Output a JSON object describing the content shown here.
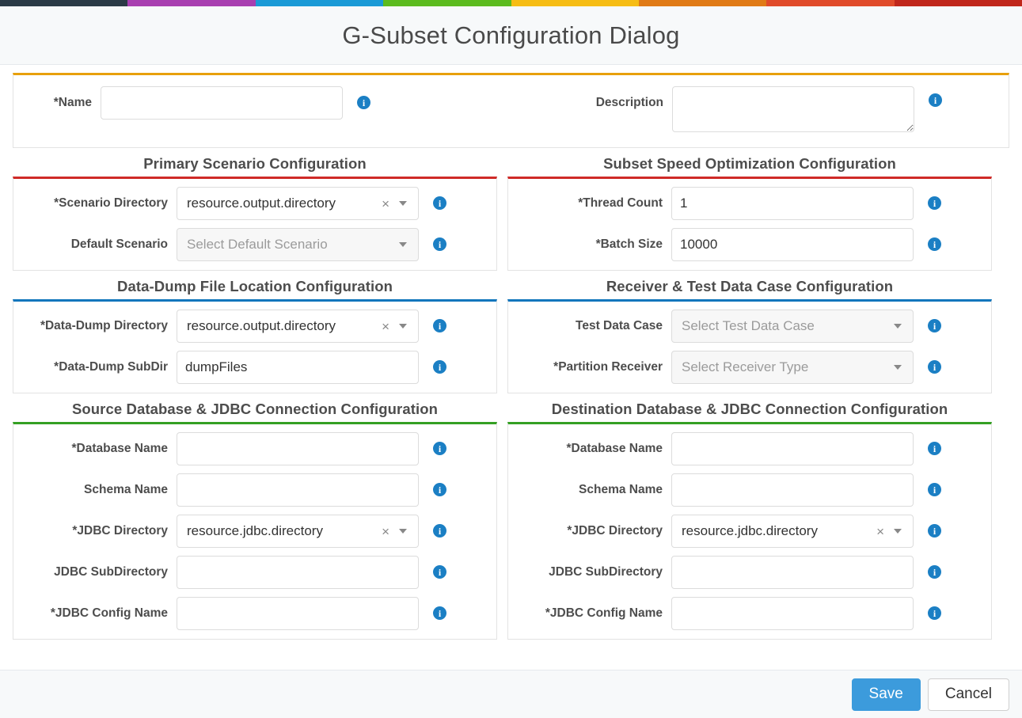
{
  "rainbow_colors": [
    "#2b3a46",
    "#a83fb0",
    "#1b9ad6",
    "#5cbb1e",
    "#f6bd14",
    "#e07b16",
    "#e04b2a",
    "#c0271b"
  ],
  "header": {
    "title": "G-Subset Configuration Dialog",
    "background": "#f7f9fa"
  },
  "icons": {
    "info": "info-icon",
    "clear": "×",
    "caret": "chevron-down-icon"
  },
  "top_section": {
    "accent_color": "#e8a00c",
    "fields": [
      {
        "label": "*Name",
        "type": "text",
        "value": "",
        "placeholder": "",
        "info": "i"
      },
      {
        "label": "Description",
        "type": "textarea",
        "value": "",
        "placeholder": "",
        "info": "i"
      }
    ]
  },
  "sections": [
    {
      "title": "Primary Scenario Configuration",
      "accent_color": "#cf2a27",
      "side": "left",
      "fields": [
        {
          "label": "*Scenario Directory",
          "type": "select",
          "value": "resource.output.directory",
          "placeholder": "",
          "clearable": true,
          "disabled": false
        },
        {
          "label": "Default Scenario",
          "type": "select",
          "value": "",
          "placeholder": "Select Default Scenario",
          "clearable": false,
          "disabled": true
        }
      ]
    },
    {
      "title": "Subset Speed Optimization Configuration",
      "accent_color": "#cf2a27",
      "side": "right",
      "fields": [
        {
          "label": "*Thread Count",
          "type": "text",
          "value": "1",
          "placeholder": ""
        },
        {
          "label": "*Batch Size",
          "type": "text",
          "value": "10000",
          "placeholder": ""
        }
      ]
    },
    {
      "title": "Data-Dump File Location Configuration",
      "accent_color": "#1176bc",
      "side": "left",
      "fields": [
        {
          "label": "*Data-Dump Directory",
          "type": "select",
          "value": "resource.output.directory",
          "placeholder": "",
          "clearable": true,
          "disabled": false
        },
        {
          "label": "*Data-Dump SubDir",
          "type": "text",
          "value": "dumpFiles",
          "placeholder": ""
        }
      ]
    },
    {
      "title": "Receiver & Test Data Case Configuration",
      "accent_color": "#1176bc",
      "side": "right",
      "fields": [
        {
          "label": "Test Data Case",
          "type": "select",
          "value": "",
          "placeholder": "Select Test Data Case",
          "clearable": false,
          "disabled": true
        },
        {
          "label": "*Partition Receiver",
          "type": "select",
          "value": "",
          "placeholder": "Select Receiver Type",
          "clearable": false,
          "disabled": true
        }
      ]
    },
    {
      "title": "Source Database & JDBC Connection Configuration",
      "accent_color": "#34a023",
      "side": "left",
      "fields": [
        {
          "label": "*Database Name",
          "type": "text",
          "value": "",
          "placeholder": ""
        },
        {
          "label": "Schema Name",
          "type": "text",
          "value": "",
          "placeholder": ""
        },
        {
          "label": "*JDBC Directory",
          "type": "select",
          "value": "resource.jdbc.directory",
          "placeholder": "",
          "clearable": true,
          "disabled": false
        },
        {
          "label": "JDBC SubDirectory",
          "type": "text",
          "value": "",
          "placeholder": ""
        },
        {
          "label": "*JDBC Config Name",
          "type": "text",
          "value": "",
          "placeholder": ""
        }
      ]
    },
    {
      "title": "Destination Database & JDBC Connection Configuration",
      "accent_color": "#34a023",
      "side": "right",
      "fields": [
        {
          "label": "*Database Name",
          "type": "text",
          "value": "",
          "placeholder": ""
        },
        {
          "label": "Schema Name",
          "type": "text",
          "value": "",
          "placeholder": ""
        },
        {
          "label": "*JDBC Directory",
          "type": "select",
          "value": "resource.jdbc.directory",
          "placeholder": "",
          "clearable": true,
          "disabled": false
        },
        {
          "label": "JDBC SubDirectory",
          "type": "text",
          "value": "",
          "placeholder": ""
        },
        {
          "label": "*JDBC Config Name",
          "type": "text",
          "value": "",
          "placeholder": ""
        }
      ]
    }
  ],
  "footer": {
    "save_label": "Save",
    "cancel_label": "Cancel",
    "save_color": "#3c9bdc"
  }
}
